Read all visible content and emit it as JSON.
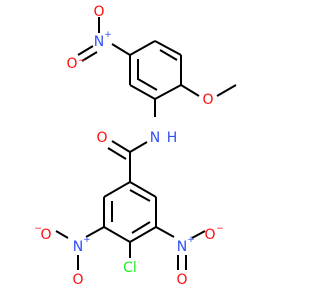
{
  "colors": {
    "carbon_bond": "#000000",
    "oxygen": "#ff0d0d",
    "nitrogen": "#3050f8",
    "chlorine": "#1ff01f",
    "background": "#ffffff"
  },
  "atoms": {
    "nitro_top": {
      "n": "N",
      "n_charge": "+",
      "o_double": "O",
      "o_single": "O",
      "o_charge": "−"
    },
    "methoxy_o": "O",
    "amide_n": "N",
    "amide_h": "H",
    "carbonyl_o": "O",
    "nitro_left": {
      "n": "N",
      "n_charge": "+",
      "o_double": "O",
      "o_single": "O",
      "o_charge": "−"
    },
    "nitro_right": {
      "n": "N",
      "n_charge": "+",
      "o_double": "O",
      "o_single": "O",
      "o_charge": "−"
    },
    "chlorine": "Cl"
  }
}
